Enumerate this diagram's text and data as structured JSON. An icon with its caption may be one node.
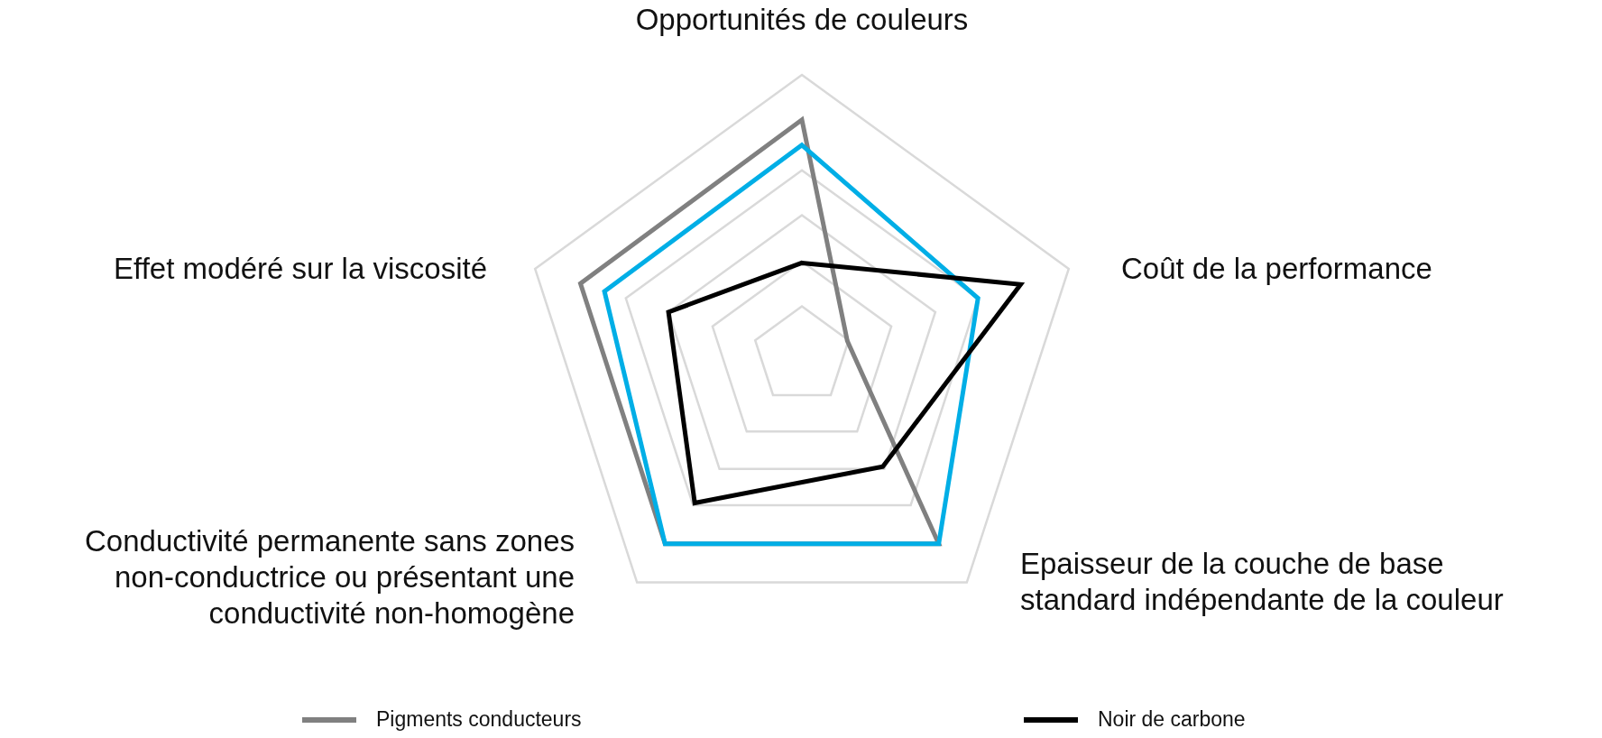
{
  "diagram": {
    "labels": [
      "Opportunités de couleurs",
      "Effet modéré sur la viscosité",
      "Coût de la performance",
      "Conductivité permanente sans zones non-conductrice ou présentant une conductivité non-homogène",
      "Epaisseur de la couche de base standard indépendante de la couleur"
    ],
    "legend": [
      {
        "text": "Pigments conducteurs"
      },
      {
        "text": "Noir de carbone"
      }
    ]
  }
}
